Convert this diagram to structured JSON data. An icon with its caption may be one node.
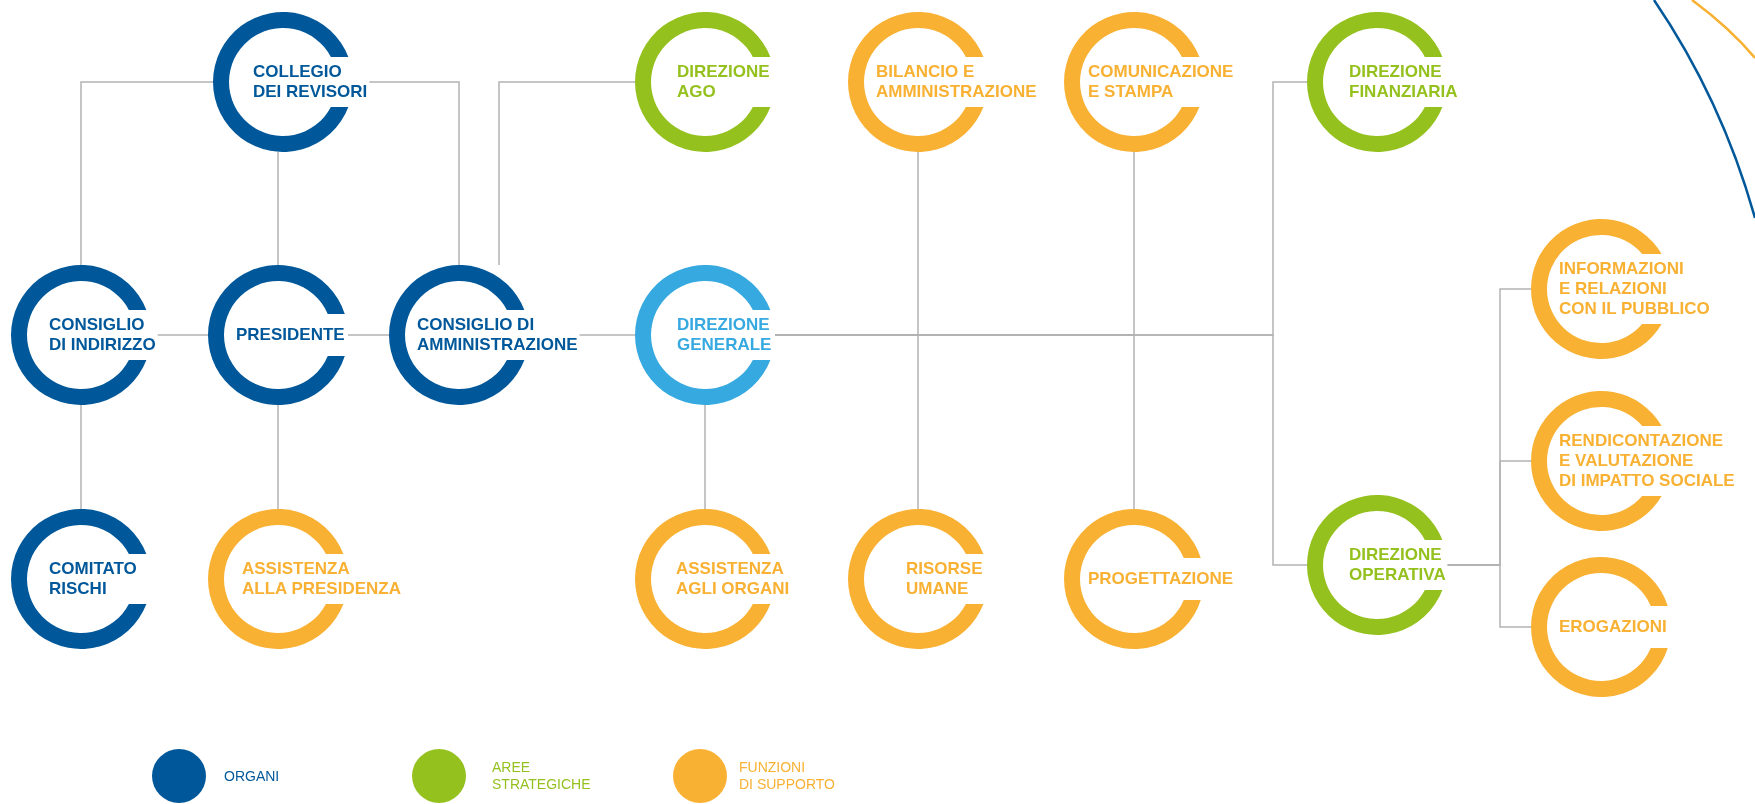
{
  "diagram": {
    "nodes": [
      {
        "text": [
          "COLLEGIO DEI REVISORI"
        ]
      },
      {
        "text": [
          "DIREZIONE AGO"
        ]
      },
      {
        "text": [
          "BILANCIO E AMMINISTRAZIONE"
        ]
      },
      {
        "text": [
          "COMUNICAZIONE E STAMPA"
        ]
      },
      {
        "text": [
          "DIREZIONE FINANZIARIA"
        ]
      },
      {
        "text": [
          "CONSIGLIO DI INDIRIZZO"
        ]
      },
      {
        "text": [
          "PRESIDENTE"
        ]
      },
      {
        "text": [
          "CONSIGLIO DI AMMINISTRAZIONE"
        ]
      },
      {
        "text": [
          "DIREZIONE GENERALE"
        ]
      },
      {
        "text": [
          "INFORMAZIONI E RELAZIONI CON IL PUBBLICO"
        ]
      },
      {
        "text": [
          "RENDICONTAZIONE E VALUTAZIONE DI IMPATTO SOCIALE"
        ]
      },
      {
        "text": [
          "COMITATO RISCHI"
        ]
      },
      {
        "text": [
          "ASSISTENZA ALLA PRESIDENZA"
        ]
      },
      {
        "text": [
          "ASSISTENZA AGLI ORGANI"
        ]
      },
      {
        "text": [
          "RISORSE UMANE"
        ]
      },
      {
        "text": [
          "PROGETTAZIONE"
        ]
      },
      {
        "text": [
          "DIREZIONE OPERATIVA"
        ]
      },
      {
        "text": [
          "EROGAZIONI"
        ]
      }
    ],
    "edges": [
      {
        "from": 0,
        "to": 5,
        "arrow": "none"
      },
      {
        "from": 0,
        "to": 6,
        "arrow": "none"
      },
      {
        "from": 0,
        "to": 7,
        "arrow": "none"
      },
      {
        "from": 5,
        "to": 6,
        "arrow": "none"
      },
      {
        "from": 6,
        "to": 7,
        "arrow": "none"
      },
      {
        "from": 5,
        "to": 11,
        "arrow": "none"
      },
      {
        "from": 6,
        "to": 12,
        "arrow": "none"
      },
      {
        "from": 7,
        "to": 1,
        "arrow": "none"
      },
      {
        "from": 7,
        "to": 8,
        "arrow": "none"
      },
      {
        "from": 8,
        "to": 13,
        "arrow": "none"
      },
      {
        "from": 8,
        "to": 2,
        "arrow": "none"
      },
      {
        "from": 8,
        "to": 14,
        "arrow": "none"
      },
      {
        "from": 8,
        "to": 3,
        "arrow": "none"
      },
      {
        "from": 8,
        "to": 15,
        "arrow": "none"
      },
      {
        "from": 8,
        "to": 4,
        "arrow": "none"
      },
      {
        "from": 8,
        "to": 16,
        "arrow": "none"
      },
      {
        "from": 16,
        "to": 9,
        "arrow": "none"
      },
      {
        "from": 16,
        "to": 10,
        "arrow": "none"
      },
      {
        "from": 16,
        "to": 17,
        "arrow": "none"
      }
    ],
    "legend": [
      {
        "text": "ORGANI",
        "color": "#00589a"
      },
      {
        "text": "AREE STRATEGICHE",
        "color": "#95c11f"
      },
      {
        "text": "FUNZIONI DI SUPPORTO",
        "color": "#f8b133"
      }
    ]
  }
}
